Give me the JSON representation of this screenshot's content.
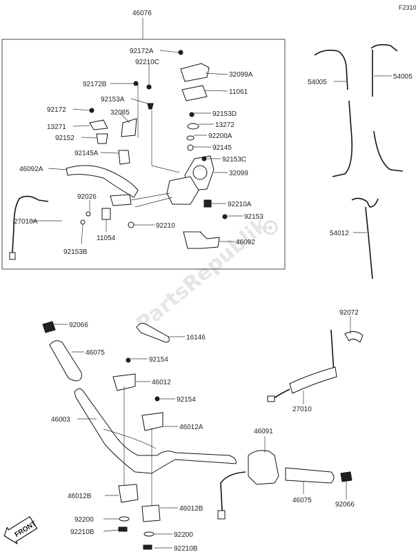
{
  "figure_code": "F2310",
  "watermark": "PartsRepublik",
  "front_badge": "FRONT",
  "labels": {
    "p46076": "46076",
    "p92172A": "92172A",
    "p92210C": "92210C",
    "p32099A": "32099A",
    "p92172B": "92172B",
    "p11061": "11061",
    "p92153A": "92153A",
    "p92172": "92172",
    "p32085": "32085",
    "p92153D": "92153D",
    "p13271": "13271",
    "p13272": "13272",
    "p92152": "92152",
    "p92200A": "92200A",
    "p92145A": "92145A",
    "p92145": "92145",
    "p92153C": "92153C",
    "p46092A": "46092A",
    "p32099": "32099",
    "p92026": "92026",
    "p92210A": "92210A",
    "p92153": "92153",
    "p27010A": "27010A",
    "p92210": "92210",
    "p11054": "11054",
    "p46092": "46092",
    "p92153B": "92153B",
    "p54005L": "54005",
    "p54005R": "54005",
    "p54012": "54012",
    "p92066T": "92066",
    "p16146": "16146",
    "p92072": "92072",
    "p46075L": "46075",
    "p92154A": "92154",
    "p46012": "46012",
    "p92154B": "92154",
    "p27010": "27010",
    "p46003": "46003",
    "p46012A": "46012A",
    "p46091": "46091",
    "p46012B_L": "46012B",
    "p46012B_R": "46012B",
    "p46075R": "46075",
    "p92066B": "92066",
    "p92200L": "92200",
    "p92210B_L": "92210B",
    "p92200R": "92200",
    "p92210B_R": "92210B"
  }
}
